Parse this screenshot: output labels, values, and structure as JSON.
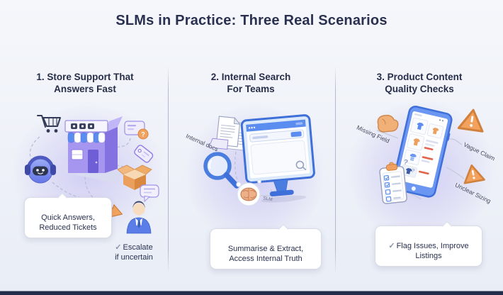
{
  "title": "SLMs in Practice: Three Real Scenarios",
  "glyphs": {
    "check": "✓",
    "question": "?"
  },
  "columns": [
    {
      "heading": "1. Store Support That\nAnswers Fast",
      "caption": "Quick Answers,\nReduced Tickets",
      "note": "Escalate\nif uncertain"
    },
    {
      "heading": "2. Internal Search\nFor Teams",
      "caption": "Summarise & Extract,\nAccess Internal Truth",
      "docs_label": "Internal docs",
      "model_label": "SLM"
    },
    {
      "heading": "3. Product Content\nQuality Checks",
      "caption": "Flag Issues, Improve\nListings",
      "annotations": [
        "Missing Field",
        "Vague Claim",
        "Unclear Sizing"
      ]
    }
  ],
  "colors": {
    "accent_purple": "#a08ef0",
    "accent_blue": "#4a7de0",
    "accent_orange": "#f0a35e",
    "heading_navy": "#2a3150"
  }
}
